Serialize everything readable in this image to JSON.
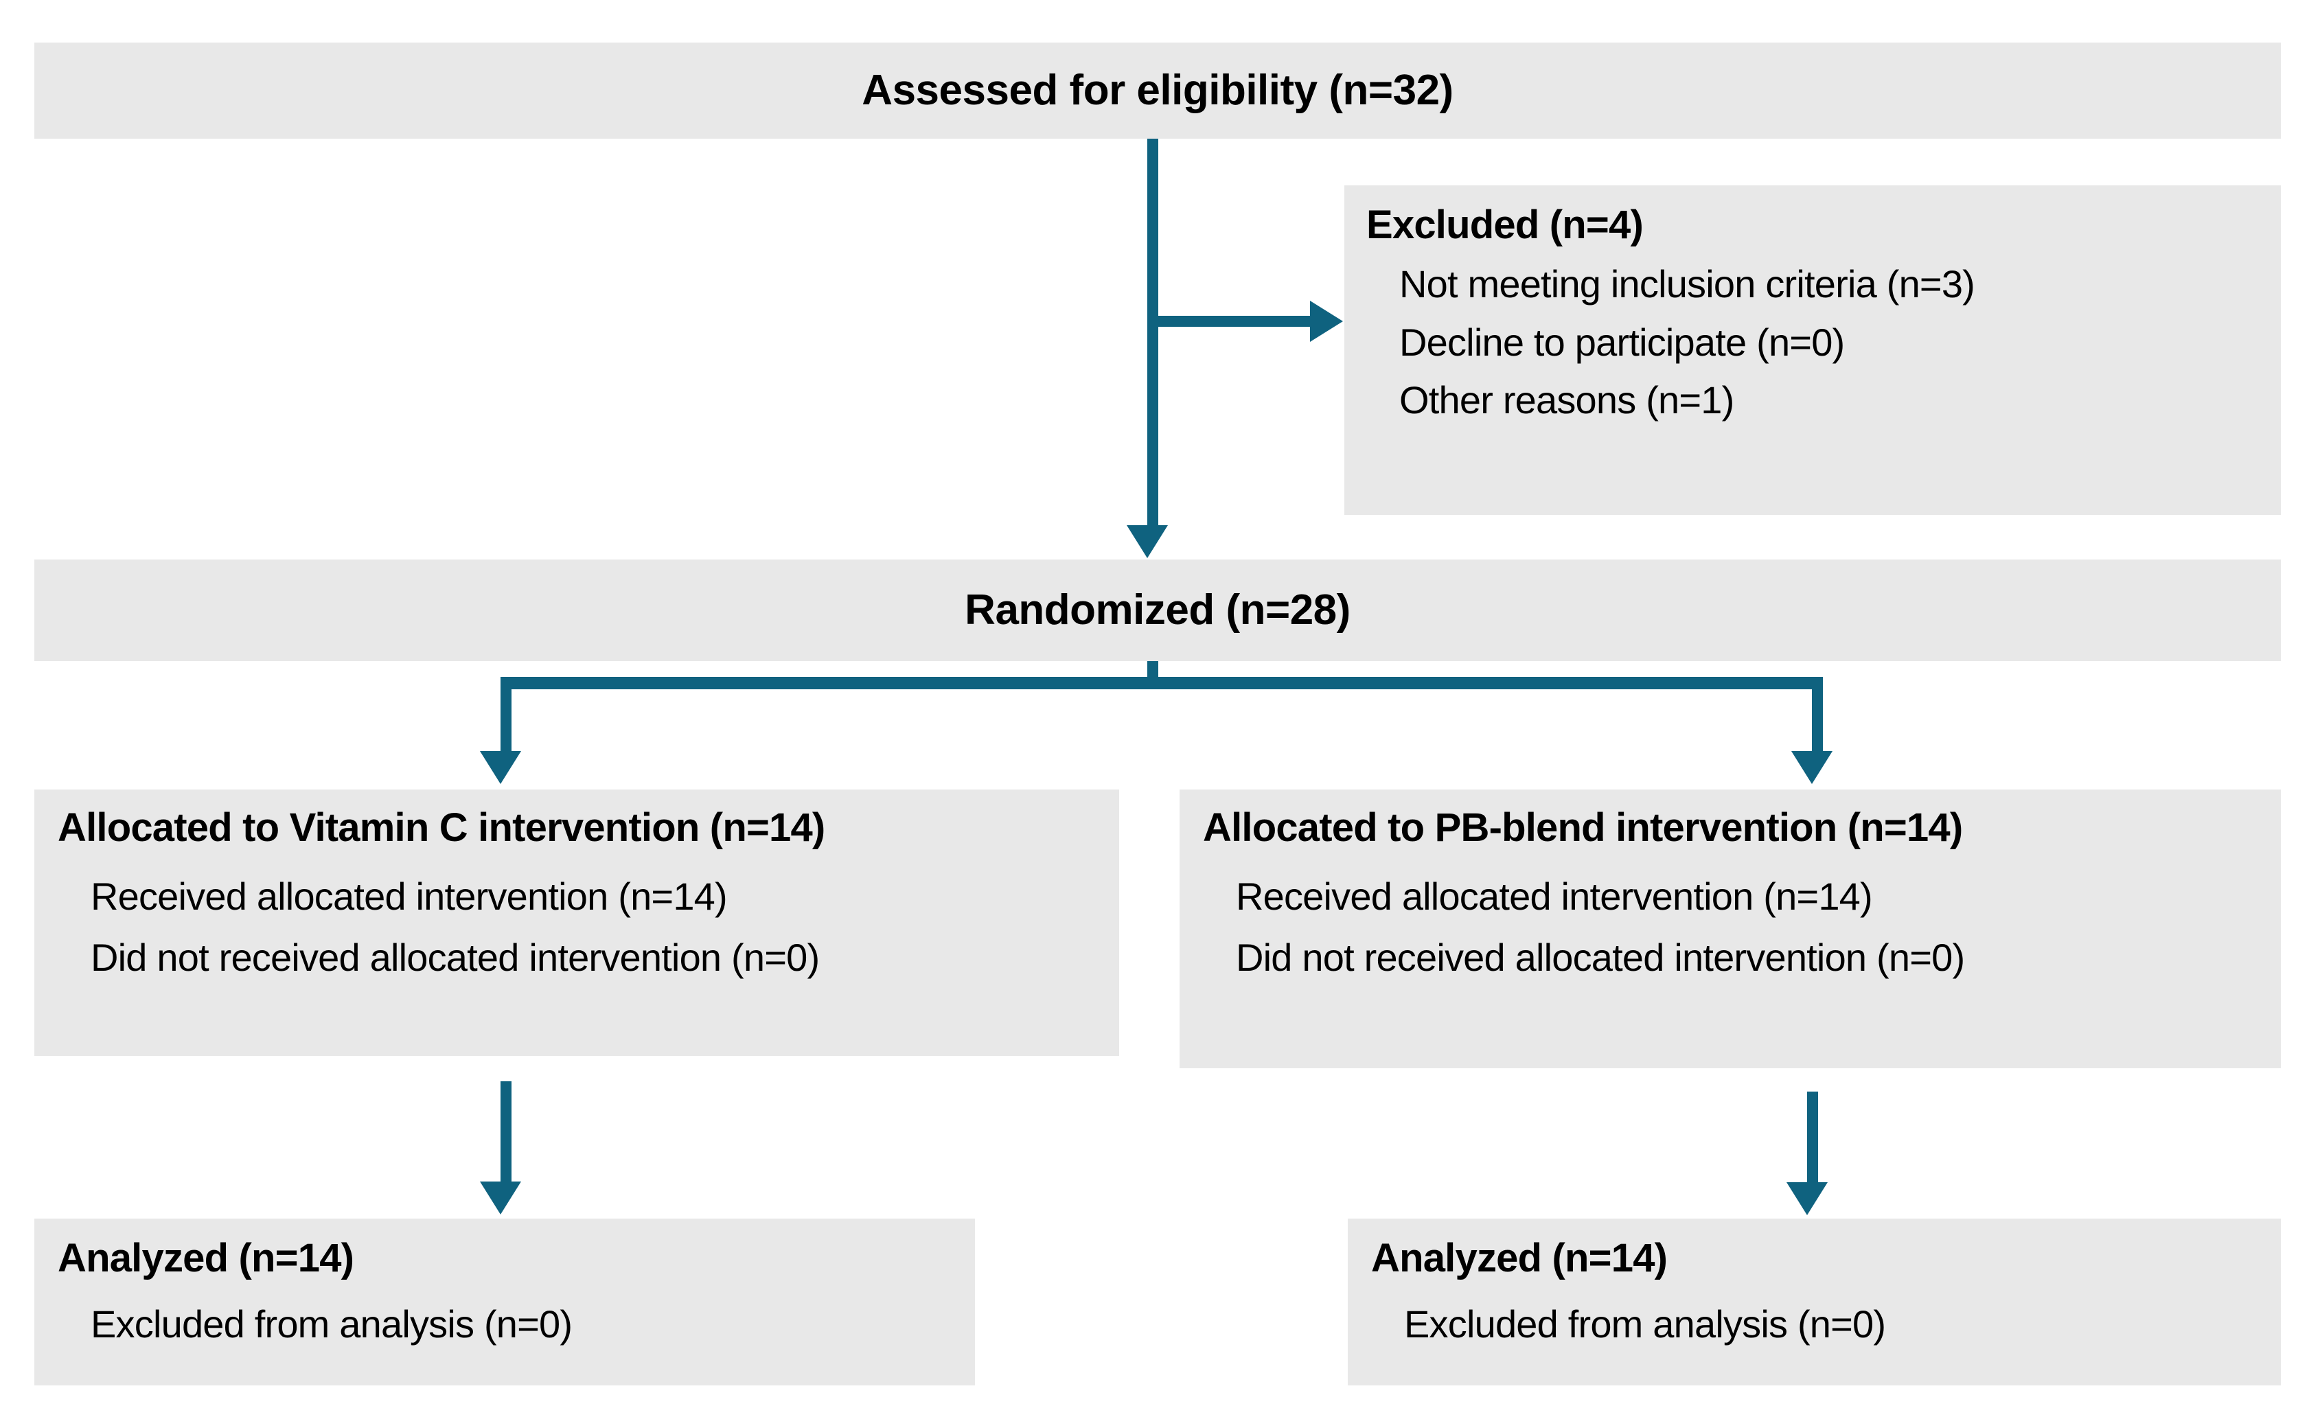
{
  "theme": {
    "box_fill": "#e8e8e8",
    "connector_color": "#0f627f",
    "text_color": "#000000",
    "background": "#ffffff"
  },
  "diagram": {
    "type": "consort-flow-diagram",
    "assessed": {
      "title": "Assessed for eligibility (n=32)",
      "n": 32
    },
    "excluded": {
      "title": "Excluded (n=4)",
      "n": 4,
      "reasons": [
        {
          "label": "Not meeting inclusion criteria (n=3)",
          "n": 3
        },
        {
          "label": "Decline to participate (n=0)",
          "n": 0
        },
        {
          "label": "Other reasons (n=1)",
          "n": 1
        }
      ]
    },
    "randomized": {
      "title": "Randomized (n=28)",
      "n": 28
    },
    "allocation": [
      {
        "title": "Allocated to Vitamin C intervention (n=14)",
        "n": 14,
        "lines": [
          "Received allocated intervention (n=14)",
          "Did not received allocated intervention (n=0)"
        ]
      },
      {
        "title": "Allocated to PB-blend intervention (n=14)",
        "n": 14,
        "lines": [
          "Received allocated intervention (n=14)",
          "Did not received allocated intervention (n=0)"
        ]
      }
    ],
    "analysis": [
      {
        "title": "Analyzed (n=14)",
        "n": 14,
        "lines": [
          "Excluded from analysis (n=0)"
        ]
      },
      {
        "title": "Analyzed (n=14)",
        "n": 14,
        "lines": [
          "Excluded from analysis (n=0)"
        ]
      }
    ]
  }
}
